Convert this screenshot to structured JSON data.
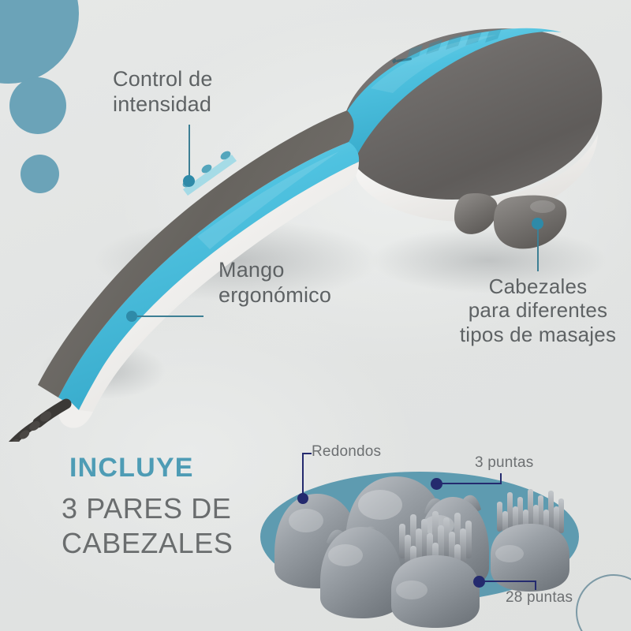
{
  "theme": {
    "background": "#e3e5e4",
    "accent_blue": "#6ba3b8",
    "kicker_blue": "#4e9cb5",
    "text_gray": "#5e6264",
    "callout_navy": "#242a6e",
    "callout_teal": "#2e8aa8",
    "tray_teal": "#5e9bb0",
    "device_gray": "#6e6b68",
    "device_blue": "#4fc0de",
    "device_white": "#f2f2f0"
  },
  "callouts": [
    {
      "id": "control-intensidad",
      "label": "Control de\nintensidad",
      "marker": "teal-dot"
    },
    {
      "id": "mango-ergonomico",
      "label": "Mango\nergonómico",
      "marker": "teal-dot"
    },
    {
      "id": "cabezales-tipos",
      "label": "Cabezales\npara diferentes\ntipos de masajes",
      "marker": "teal-dot"
    }
  ],
  "includes": {
    "kicker": "INCLUYE",
    "headline": "3 PARES DE\nCABEZALES"
  },
  "head_callouts": [
    {
      "id": "redondos",
      "label": "Redondos",
      "marker": "navy-dot"
    },
    {
      "id": "tres-puntas",
      "label": "3 puntas",
      "marker": "navy-dot"
    },
    {
      "id": "28-puntas",
      "label": "28 puntas",
      "marker": "navy-dot"
    }
  ],
  "device": {
    "brand_mark": "brand-logo",
    "grip_ribs": 5,
    "control_buttons": 3,
    "massage_nodes": 2
  },
  "decor": {
    "circles": [
      "large-filled",
      "medium-filled",
      "small-filled",
      "outline-ring"
    ]
  }
}
